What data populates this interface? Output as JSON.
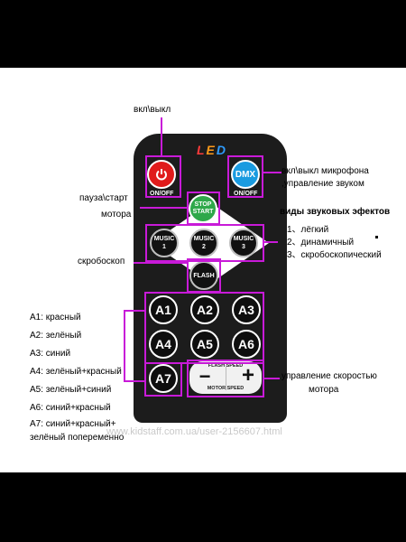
{
  "remote": {
    "brand": "LED",
    "brand_colors": [
      "#ff3b3b",
      "#ff9a1a",
      "#2f9cff"
    ],
    "power": {
      "icon": "power-icon",
      "sublabel": "ON/OFF",
      "color": "#e01b1b"
    },
    "dmx": {
      "label": "DMX",
      "sublabel": "ON/OFF",
      "color": "#1a9be0"
    },
    "stop_start": {
      "line1": "STOP",
      "line2": "START",
      "color": "#2fa84a"
    },
    "music_buttons": [
      {
        "line1": "MUSIC",
        "line2": "1"
      },
      {
        "line1": "MUSIC",
        "line2": "2"
      },
      {
        "line1": "MUSIC",
        "line2": "3"
      }
    ],
    "flash": "FLASH",
    "a_buttons": [
      "A1",
      "A2",
      "A3",
      "A4",
      "A5",
      "A6",
      "A7"
    ],
    "speed": {
      "top_label": "FLASH SPEED",
      "bottom_label": "MOTOR SPEED",
      "minus": "−",
      "plus": "+"
    }
  },
  "annotations": {
    "power": "вкл\\выкл",
    "dmx_line1": "вкл\\выкл микрофона",
    "dmx_line2": ",управление звуком",
    "stop_line1": "пауза\\старт",
    "stop_line2": "мотора",
    "music_title": "виды звуковых эфектов",
    "music_items": [
      "1、лёгкий",
      "2、динамичный",
      "3、скробоскопический"
    ],
    "flash": "скробоскоп",
    "speed_line1": "управление скоростью",
    "speed_line2": "мотора"
  },
  "legend": [
    {
      "key": "A1:",
      "desc": "красный"
    },
    {
      "key": "A2:",
      "desc": "зелёный"
    },
    {
      "key": "A3:",
      "desc": "синий"
    },
    {
      "key": "A4:",
      "desc": "зелёный+красный"
    },
    {
      "key": "A5:",
      "desc": "зелёный+синий"
    },
    {
      "key": "A6:",
      "desc": "синий+красный"
    },
    {
      "key": "A7:",
      "desc": "синий+красный+"
    }
  ],
  "legend_tail": "зелёный попеременно",
  "watermark": "www.kidstaff.com.ua/user-2156607.html",
  "accent_color": "#c81ad8"
}
